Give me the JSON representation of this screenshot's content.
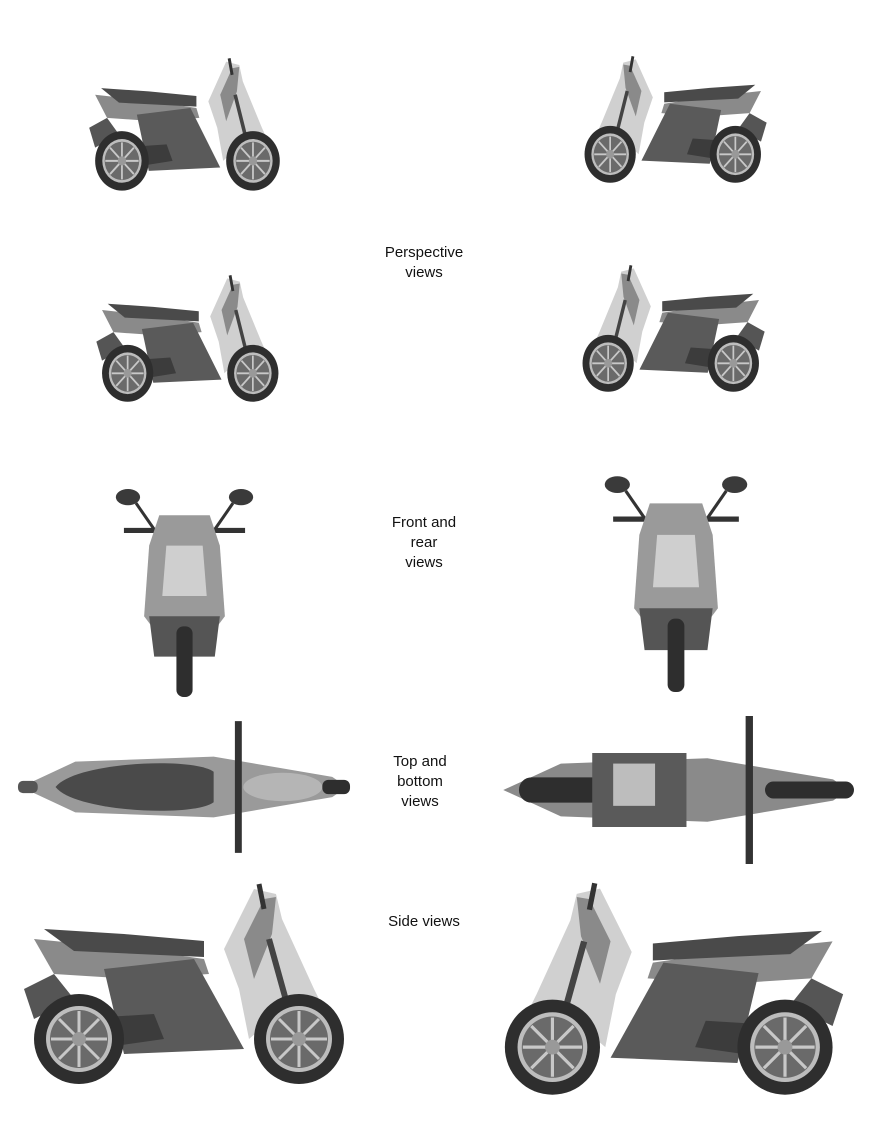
{
  "labels": {
    "perspective": [
      "Perspective",
      "views"
    ],
    "front_rear": [
      "Front  and",
      "rear",
      "views"
    ],
    "top_bottom": [
      "Top and",
      "bottom",
      "views"
    ],
    "side": [
      "Side views"
    ]
  },
  "colors": {
    "body_light": "#cfcfcf",
    "body_mid": "#8a8a8a",
    "body_dark": "#4a4a4a",
    "tire": "#2e2e2e",
    "text": "#111111"
  }
}
